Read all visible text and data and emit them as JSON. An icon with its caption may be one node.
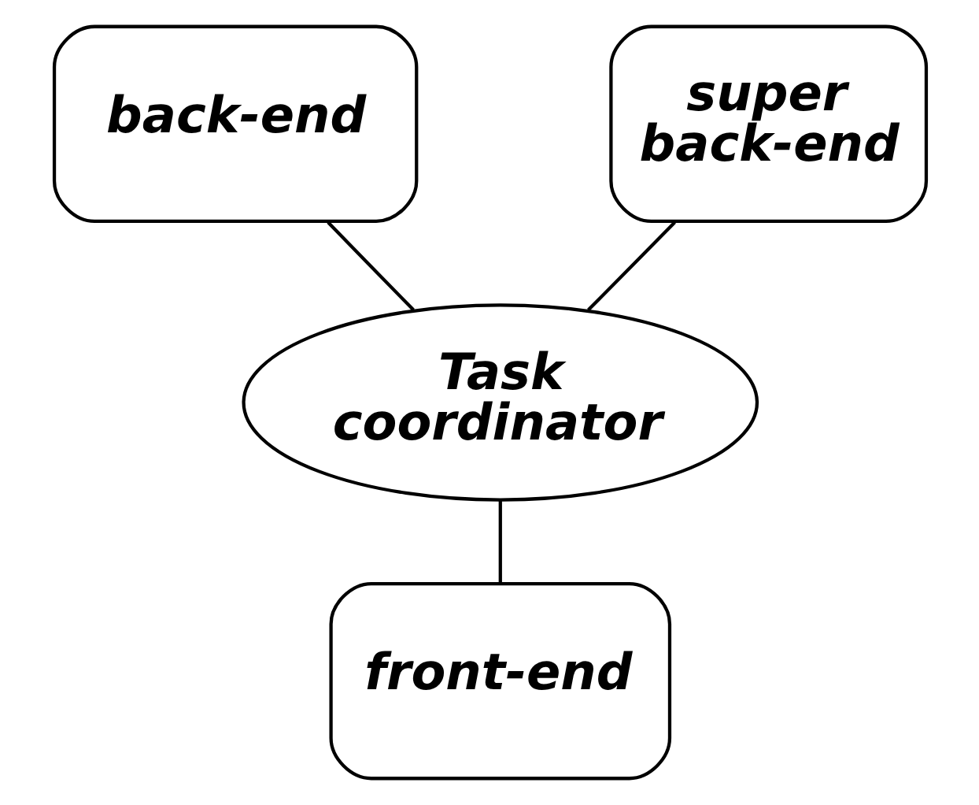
{
  "diagram": {
    "nodes": [
      {
        "text": [
          "back-end"
        ]
      },
      {
        "text": [
          "super back-end"
        ]
      },
      {
        "text": [
          "Task coordinator"
        ]
      },
      {
        "text": [
          "front-end"
        ]
      }
    ],
    "edges": [
      {
        "from": 0,
        "to": 2,
        "arrow": "none"
      },
      {
        "from": 1,
        "to": 2,
        "arrow": "none"
      },
      {
        "from": 2,
        "to": 3,
        "arrow": "none"
      }
    ]
  }
}
